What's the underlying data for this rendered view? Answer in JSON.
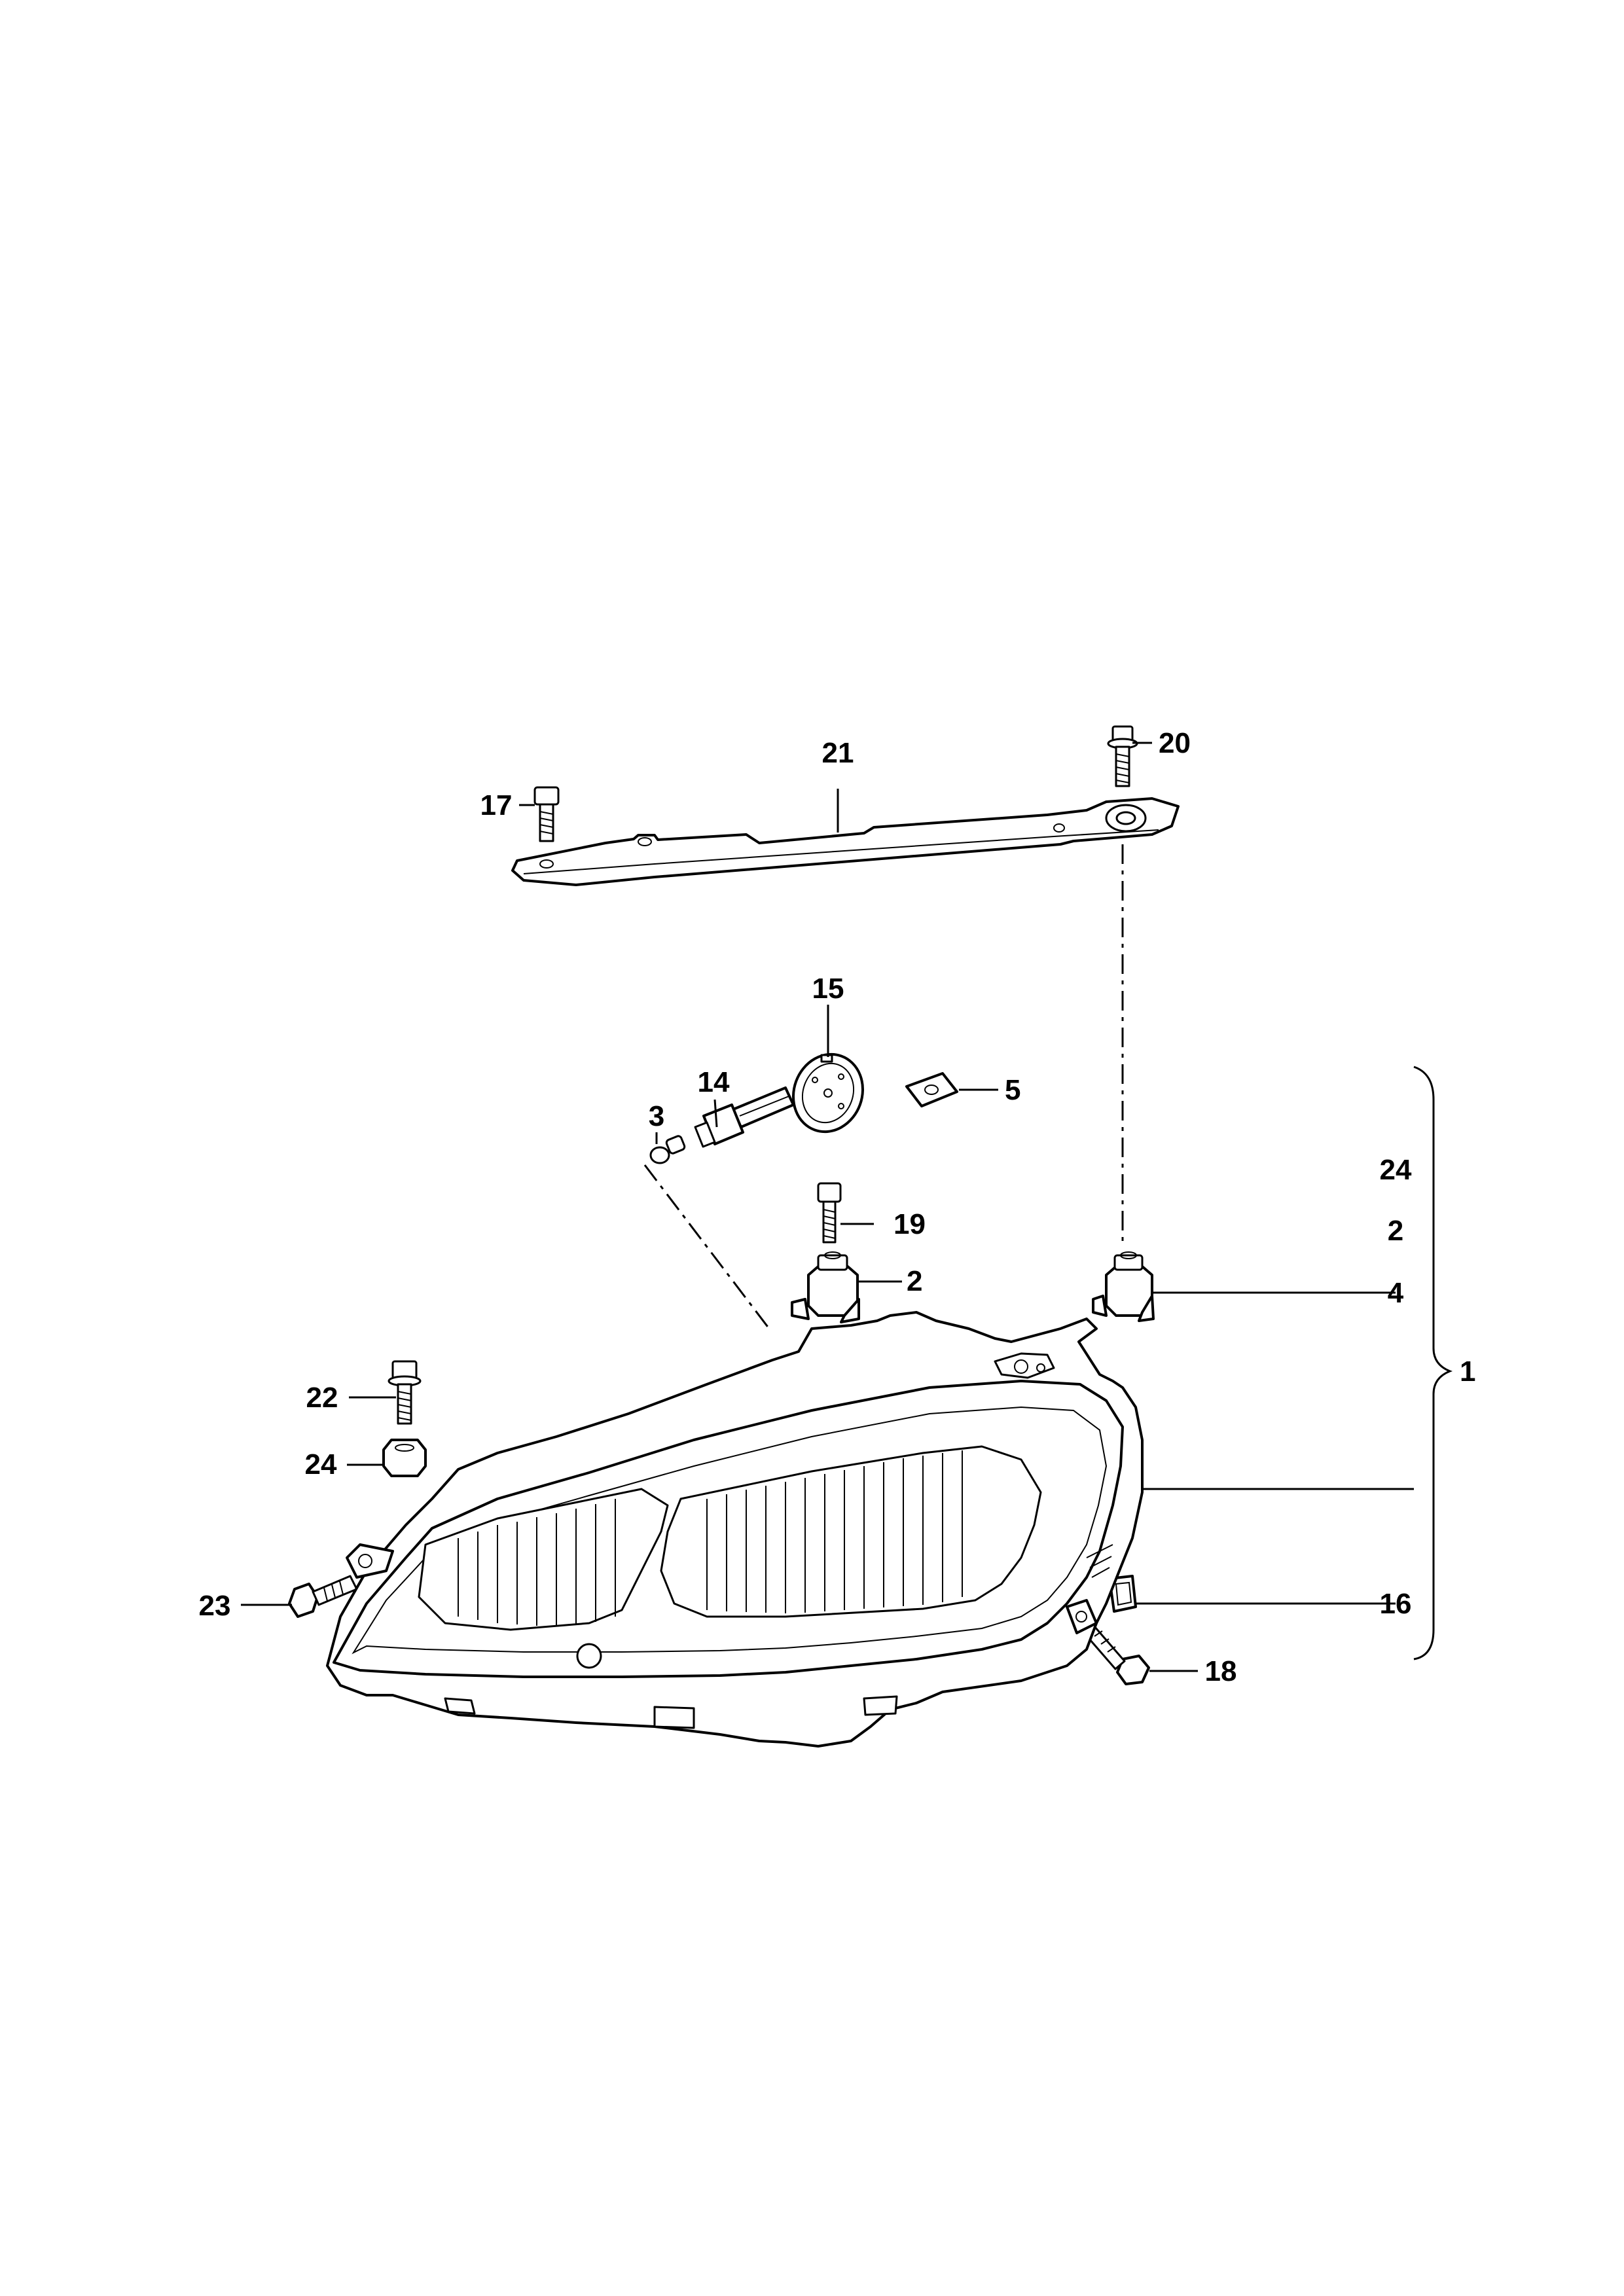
{
  "callouts": {
    "c1": "1",
    "c2a": "2",
    "c2b": "2",
    "c3": "3",
    "c4": "4",
    "c5": "5",
    "c14": "14",
    "c15": "15",
    "c16": "16",
    "c17": "17",
    "c18": "18",
    "c19": "19",
    "c20": "20",
    "c21": "21",
    "c22": "22",
    "c23": "23",
    "c24a": "24",
    "c24b": "24"
  }
}
